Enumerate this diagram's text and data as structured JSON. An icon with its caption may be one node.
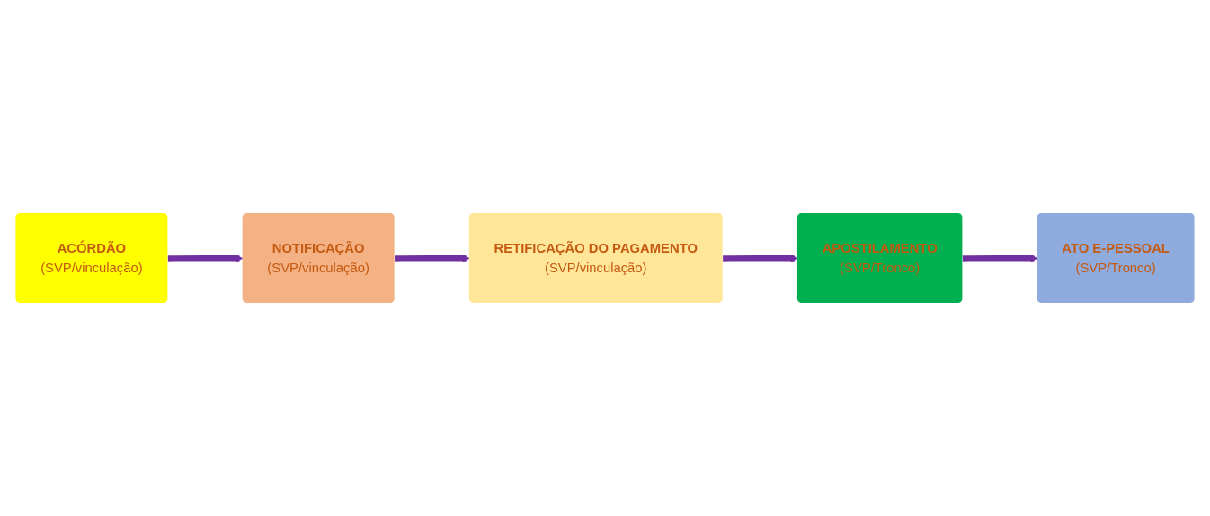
{
  "diagram": {
    "nodes": [
      {
        "text": [
          "ACÓRDÃO",
          "(SVP/vinculação)"
        ]
      },
      {
        "text": [
          "NOTIFICAÇÃO",
          "(SVP/vinculação)"
        ]
      },
      {
        "text": [
          "RETIFICAÇÃO DO PAGAMENTO",
          "(SVP/vinculação)"
        ]
      },
      {
        "text": [
          "ATO E-PESSOAL",
          "(SVP/Tronco)"
        ]
      },
      {
        "text": [
          "APOSTILAMENTO",
          "(SVP/Tronco)"
        ]
      }
    ],
    "edges": [
      {
        "from": 0,
        "to": 1,
        "arrow": "to"
      },
      {
        "from": 1,
        "to": 2,
        "arrow": "to"
      },
      {
        "from": 2,
        "to": 4,
        "arrow": "to"
      },
      {
        "from": 4,
        "to": 3,
        "arrow": "to"
      }
    ]
  }
}
